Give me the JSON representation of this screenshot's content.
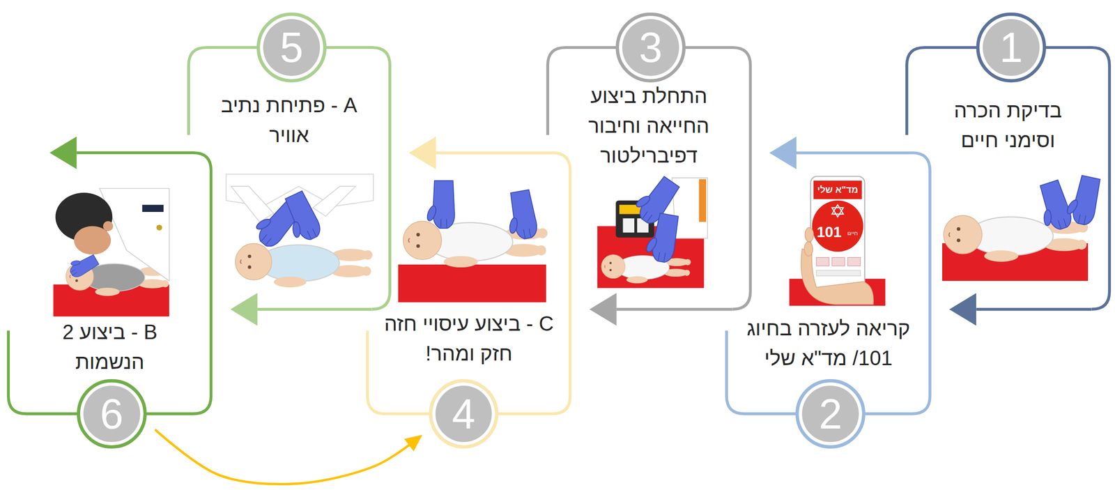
{
  "diagram": {
    "nodes": [
      {
        "text": [
          "1",
          "בדיקת הכרה וסימני חיים"
        ]
      },
      {
        "text": [
          "2",
          "קריאה לעזרה בחיוג 101/ מד\"א שלי"
        ]
      },
      {
        "text": [
          "3",
          "התחלת ביצוע החייאה וחיבור דפיברילטור"
        ]
      },
      {
        "text": [
          "4",
          "C - ביצוע עיסויי חזה חזק ומהר!"
        ]
      },
      {
        "text": [
          "5",
          "A - פתיחת נתיב אוויר"
        ]
      },
      {
        "text": [
          "6",
          "B - ביצוע 2 הנשמות"
        ]
      }
    ],
    "edges": [
      {
        "from": 0,
        "to": 1,
        "arrow": "to"
      },
      {
        "from": 1,
        "to": 2,
        "arrow": "to"
      },
      {
        "from": 2,
        "to": 3,
        "arrow": "to"
      },
      {
        "from": 3,
        "to": 4,
        "arrow": "to"
      },
      {
        "from": 4,
        "to": 5,
        "arrow": "to"
      },
      {
        "from": 5,
        "to": 3,
        "arrow": "to"
      }
    ],
    "labels": [
      "מד\"א שלי",
      "101",
      "חייגו"
    ]
  }
}
